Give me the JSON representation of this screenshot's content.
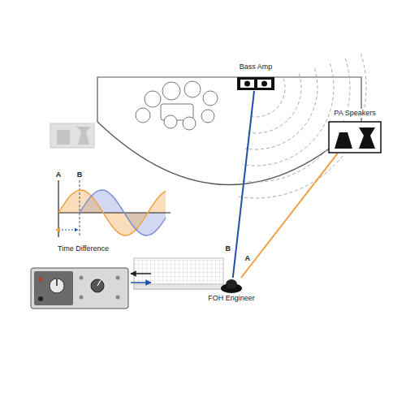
{
  "diagram": {
    "nodes": [
      {
        "text": [
          "Bass Amp"
        ]
      },
      {
        "text": [
          "PA Speakers"
        ]
      },
      {
        "text": [
          "FOH Engineer"
        ]
      }
    ],
    "edges": [
      {
        "from": 0,
        "to": 2,
        "label": "B",
        "arrow": "none"
      },
      {
        "from": 1,
        "to": 2,
        "label": "A",
        "arrow": "none"
      }
    ],
    "labels": [
      "A",
      "B",
      "Time Difference"
    ]
  }
}
